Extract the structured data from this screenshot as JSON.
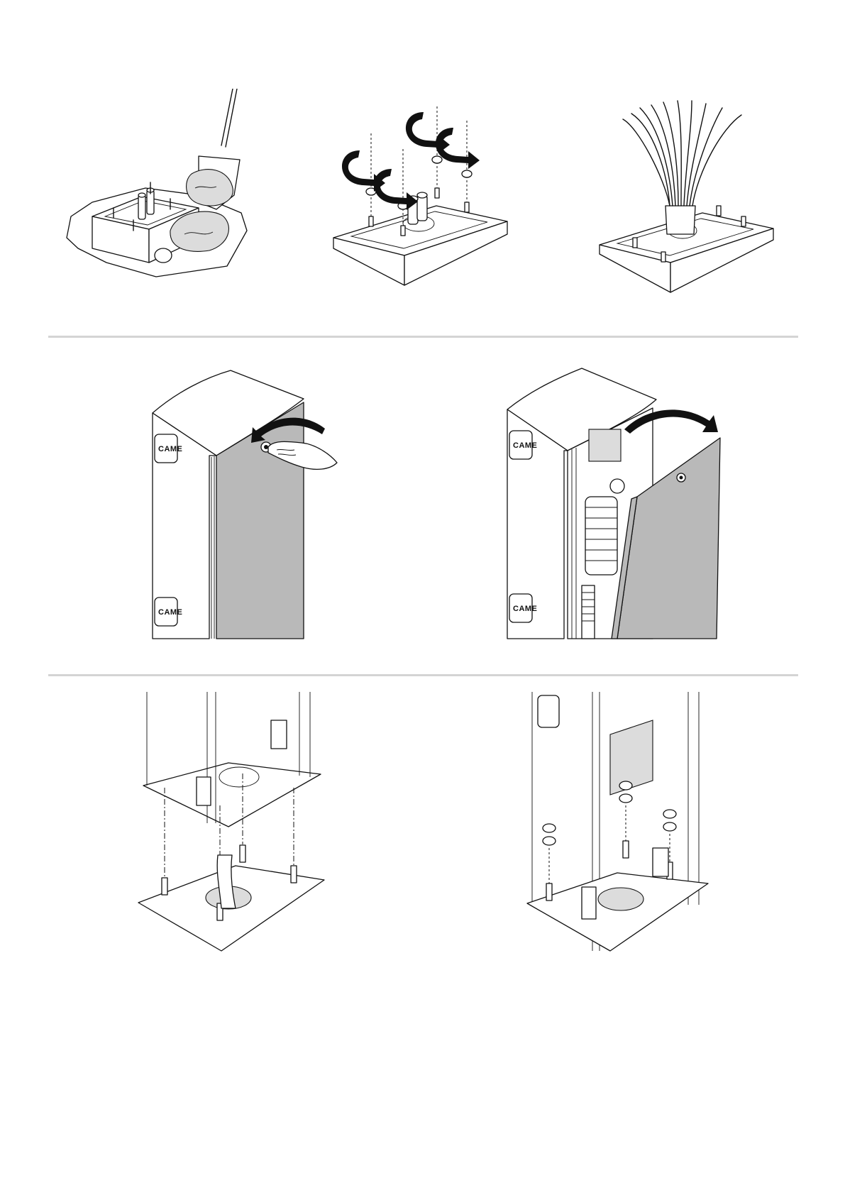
{
  "figure": {
    "background": "#ffffff",
    "divider_color": "#d4d4d4",
    "panel_fill_color": "#b9b9b9",
    "brand_mark": "CAME"
  },
  "steps": [
    {
      "id": "pour-concrete",
      "icon": "shovel-concrete-icon"
    },
    {
      "id": "remove-nuts",
      "icon": "rotate-arrow-icon"
    },
    {
      "id": "cables-through-base",
      "icon": "cable-bundle-icon"
    },
    {
      "id": "unlock-cover",
      "icon": "key-icon"
    },
    {
      "id": "remove-cover",
      "icon": "curved-arrow-icon"
    },
    {
      "id": "place-cabinet",
      "icon": "dash-dot-guide-icon"
    },
    {
      "id": "fasten-nuts",
      "icon": "nut-washer-icon"
    }
  ]
}
